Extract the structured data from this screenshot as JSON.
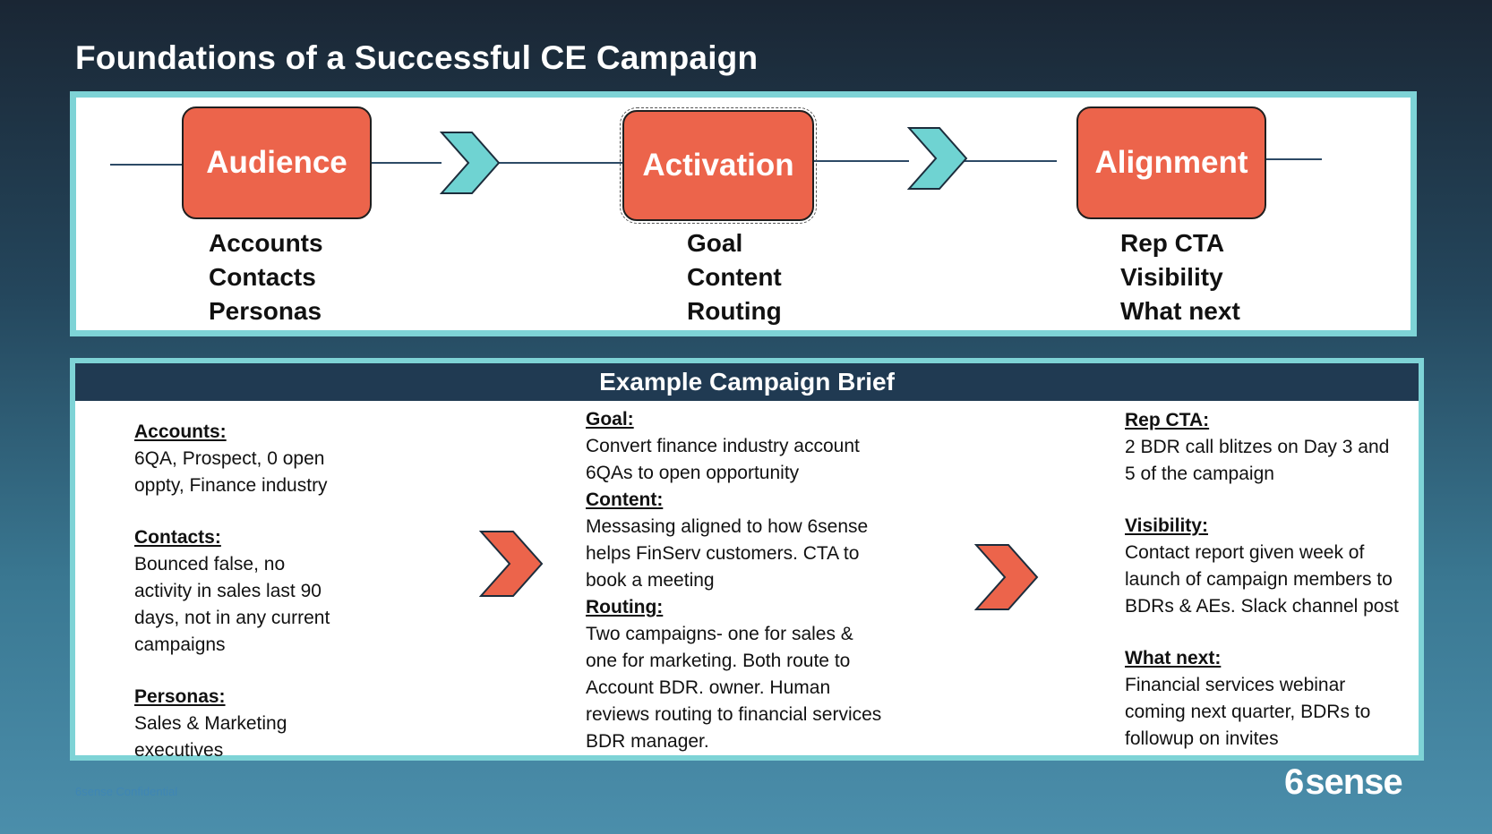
{
  "title": "Foundations of a Successful CE Campaign",
  "flow": {
    "stages": [
      {
        "label": "Audience",
        "items": [
          "Accounts",
          "Contacts",
          "Personas"
        ]
      },
      {
        "label": "Activation",
        "items": [
          "Goal",
          "Content",
          "Routing"
        ]
      },
      {
        "label": "Alignment",
        "items": [
          "Rep CTA",
          "Visibility",
          "What next"
        ]
      }
    ]
  },
  "brief": {
    "header": "Example Campaign Brief",
    "columns": [
      {
        "sections": [
          {
            "heading": "Accounts:",
            "text": "6QA, Prospect, 0 open\noppty, Finance industry"
          },
          {
            "heading": "Contacts:",
            "text": "Bounced false, no\nactivity in sales last 90\ndays, not in any current\ncampaigns"
          },
          {
            "heading": "Personas:",
            "text": "Sales & Marketing\nexecutives"
          }
        ]
      },
      {
        "sections": [
          {
            "heading": "Goal:",
            "text": "Convert finance industry account\n6QAs to open opportunity"
          },
          {
            "heading": "Content:",
            "text": "Messasing aligned to how 6sense\nhelps FinServ customers. CTA to\nbook a meeting"
          },
          {
            "heading": "Routing:",
            "text": "Two campaigns- one for sales &\none for marketing. Both route to\nAccount BDR. owner. Human\nreviews routing to financial services\nBDR manager."
          }
        ]
      },
      {
        "sections": [
          {
            "heading": "Rep CTA:",
            "text": "2 BDR call blitzes on Day 3 and\n5 of the campaign"
          },
          {
            "heading": "Visibility:",
            "text": "Contact report given week of\nlaunch of campaign members to\nBDRs & AEs. Slack channel post"
          },
          {
            "heading": "What next:",
            "text": "Financial services webinar\ncoming next quarter, BDRs to\nfollowup on invites"
          }
        ]
      }
    ]
  },
  "footer": {
    "confidential": "6sense Confidential",
    "logo_text": "sense",
    "logo_mark": "6"
  },
  "colors": {
    "stage_fill": "#ec644b",
    "flow_chevron": "#6fd3d2",
    "brief_chevron": "#ec644b",
    "panel_border": "#7ed3d6",
    "header_fill": "#203a52"
  },
  "icons": {
    "flow_arrow": "chevron-right-icon",
    "brief_arrow": "chevron-right-icon",
    "logo": "6sense-logo"
  }
}
